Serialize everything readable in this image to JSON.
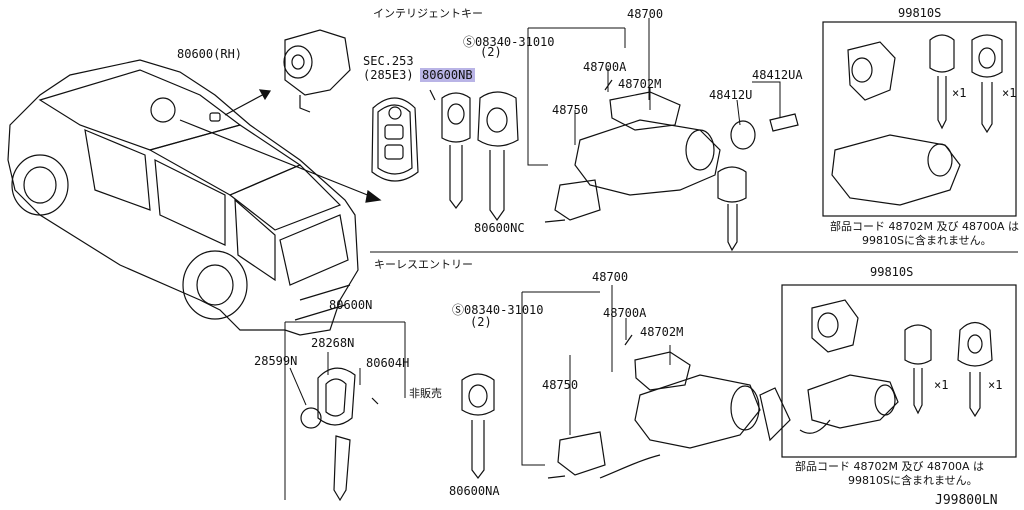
{
  "sections": {
    "intelligent_key": "インテリジェントキー",
    "keyless_entry": "キーレスエントリー"
  },
  "parts": {
    "p80600_rh": "80600(RH)",
    "sec253": "SEC.253",
    "p285e3": "(285E3)",
    "p80600nb": "80600NB",
    "p80600nc": "80600NC",
    "s08340_top": "08340-31010",
    "qty2_top": "(2)",
    "p48700_top": "48700",
    "p48700a_top": "48700A",
    "p48702m_top": "48702M",
    "p48750_top": "48750",
    "p48412ua": "48412UA",
    "p48412u": "48412U",
    "p99810s_top": "99810S",
    "x1_a": "×1",
    "x1_b": "×1",
    "note_top_1": "部品コード 48702M 及び 48700A は",
    "note_top_2": "99810Sに含まれません。",
    "p80600n": "80600N",
    "p28268n": "28268N",
    "p28599n": "28599N",
    "p80604h": "80604H",
    "not_sold": "非販売",
    "s08340_bot": "08340-31010",
    "qty2_bot": "(2)",
    "p48700_bot": "48700",
    "p48700a_bot": "48700A",
    "p48702m_bot": "48702M",
    "p48750_bot": "48750",
    "p80600na": "80600NA",
    "p99810s_bot": "99810S",
    "x1_c": "×1",
    "x1_d": "×1",
    "note_bot_1": "部品コード 48702M 及び 48700A は",
    "note_bot_2": "99810Sに含まれません。",
    "diagram_code": "J99800LN"
  }
}
